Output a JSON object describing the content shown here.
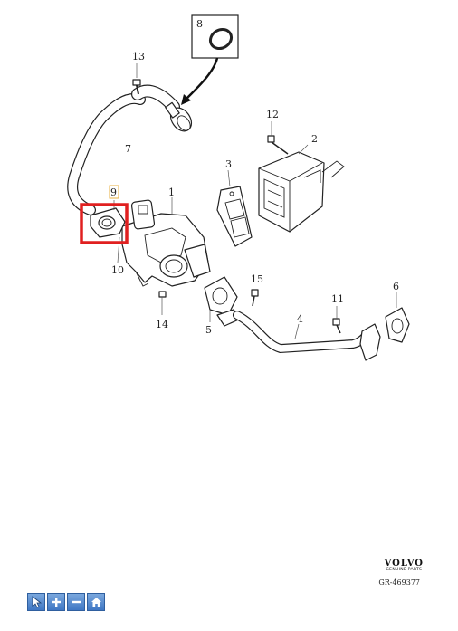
{
  "callouts": {
    "c1": "1",
    "c2": "2",
    "c3": "3",
    "c4": "4",
    "c5": "5",
    "c6": "6",
    "c7": "7",
    "c8": "8",
    "c9": "9",
    "c10": "10",
    "c11": "11",
    "c12": "12",
    "c13": "13",
    "c14": "14",
    "c15": "15"
  },
  "highlight": {
    "color": "#e02020",
    "callout": "9"
  },
  "brand": {
    "logo": "VOLVO",
    "subtitle": "GENUINE PARTS"
  },
  "reference": "GR-469377",
  "toolbar": {
    "buttons": [
      {
        "icon": "pointer-icon"
      },
      {
        "icon": "zoom-in-icon"
      },
      {
        "icon": "zoom-out-icon"
      },
      {
        "icon": "home-icon"
      }
    ]
  },
  "colors": {
    "toolbar": "#4a7fc8"
  }
}
